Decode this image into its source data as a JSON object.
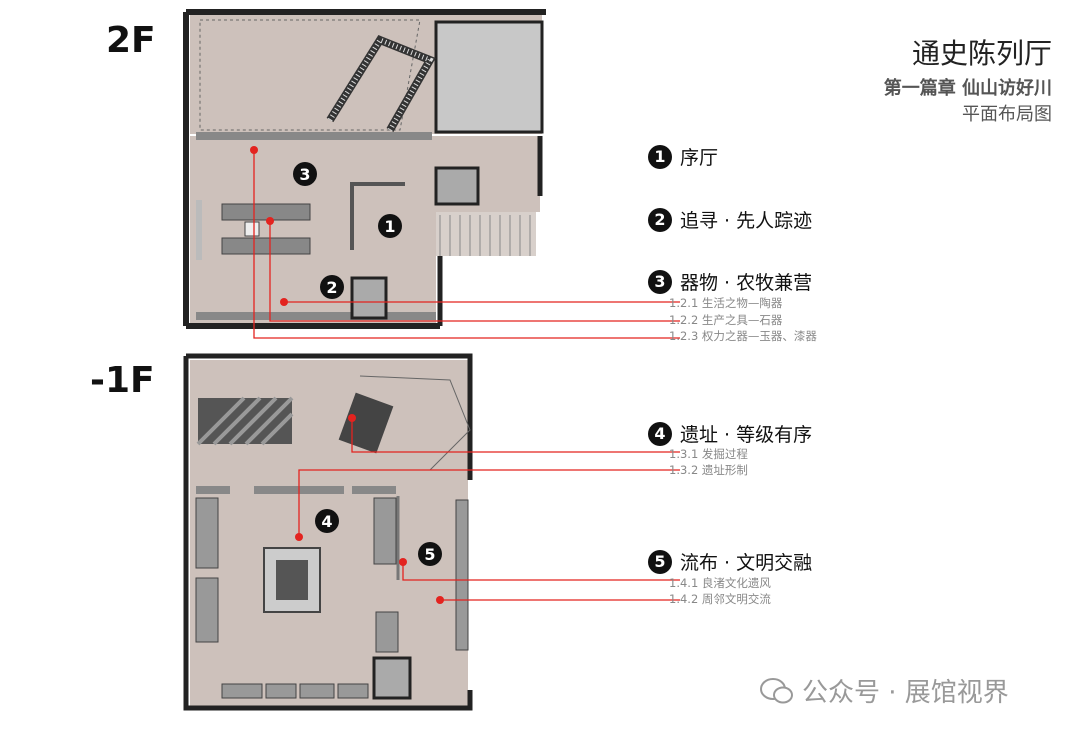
{
  "header": {
    "title": "通史陈列厅",
    "chapter": "第一篇章  仙山访好川",
    "subtitle": "平面布局图"
  },
  "floors": [
    {
      "label": "2F"
    },
    {
      "label": "-1F"
    }
  ],
  "map_numbers": [
    "1",
    "2",
    "3",
    "4",
    "5"
  ],
  "legend": [
    {
      "num": "1",
      "label": "序厅",
      "items": []
    },
    {
      "num": "2",
      "label": "追寻 · 先人踪迹",
      "items": []
    },
    {
      "num": "3",
      "label": "器物 · 农牧兼营",
      "items": [
        "1.2.1 生活之物—陶器",
        "1.2.2 生产之具—石器",
        "1.2.3 权力之器—玉器、漆器"
      ]
    },
    {
      "num": "4",
      "label": "遗址 · 等级有序",
      "items": [
        "1.3.1 发掘过程",
        "1.3.2 遗址形制"
      ]
    },
    {
      "num": "5",
      "label": "流布 · 文明交融",
      "items": [
        "1.4.1 良渚文化遗风",
        "1.4.2 周邻文明交流"
      ]
    }
  ],
  "watermark": {
    "text": "公众号 · 展馆视界",
    "icon": "wechat-icon"
  },
  "colors": {
    "accent": "#e3231f",
    "floor": "#cdc1bb",
    "wall": "#222222",
    "gray_room": "#c8c8c8"
  }
}
